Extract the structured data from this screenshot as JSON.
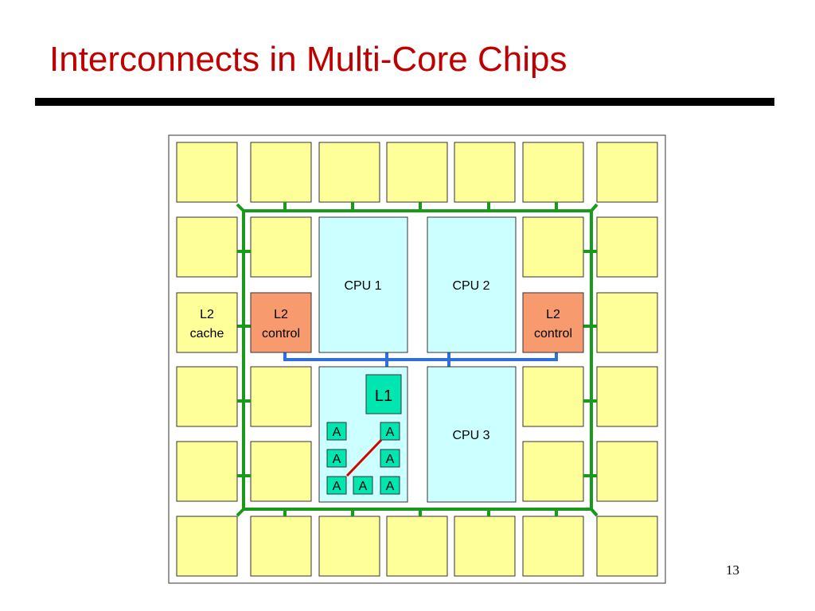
{
  "slide": {
    "title": "Interconnects in Multi-Core Chips",
    "page_number": "13"
  },
  "diagram": {
    "colors": {
      "cache_bank": "#ffff99",
      "cpu": "#ccffff",
      "l2_control": "#f79a6e",
      "l1_and_alu": "#00e6b0",
      "bus_green": "#1a9a1a",
      "bus_blue": "#2f6fdb",
      "link_red": "#d80000"
    },
    "l2_cache_label": [
      "L2",
      "cache"
    ],
    "l2_control_left_label": [
      "L2",
      "control"
    ],
    "l2_control_right_label": [
      "L2",
      "control"
    ],
    "cpu1_label": "CPU 1",
    "cpu2_label": "CPU 2",
    "cpu3_label": "CPU 3",
    "l1_label": "L1",
    "alu_label": "A"
  }
}
